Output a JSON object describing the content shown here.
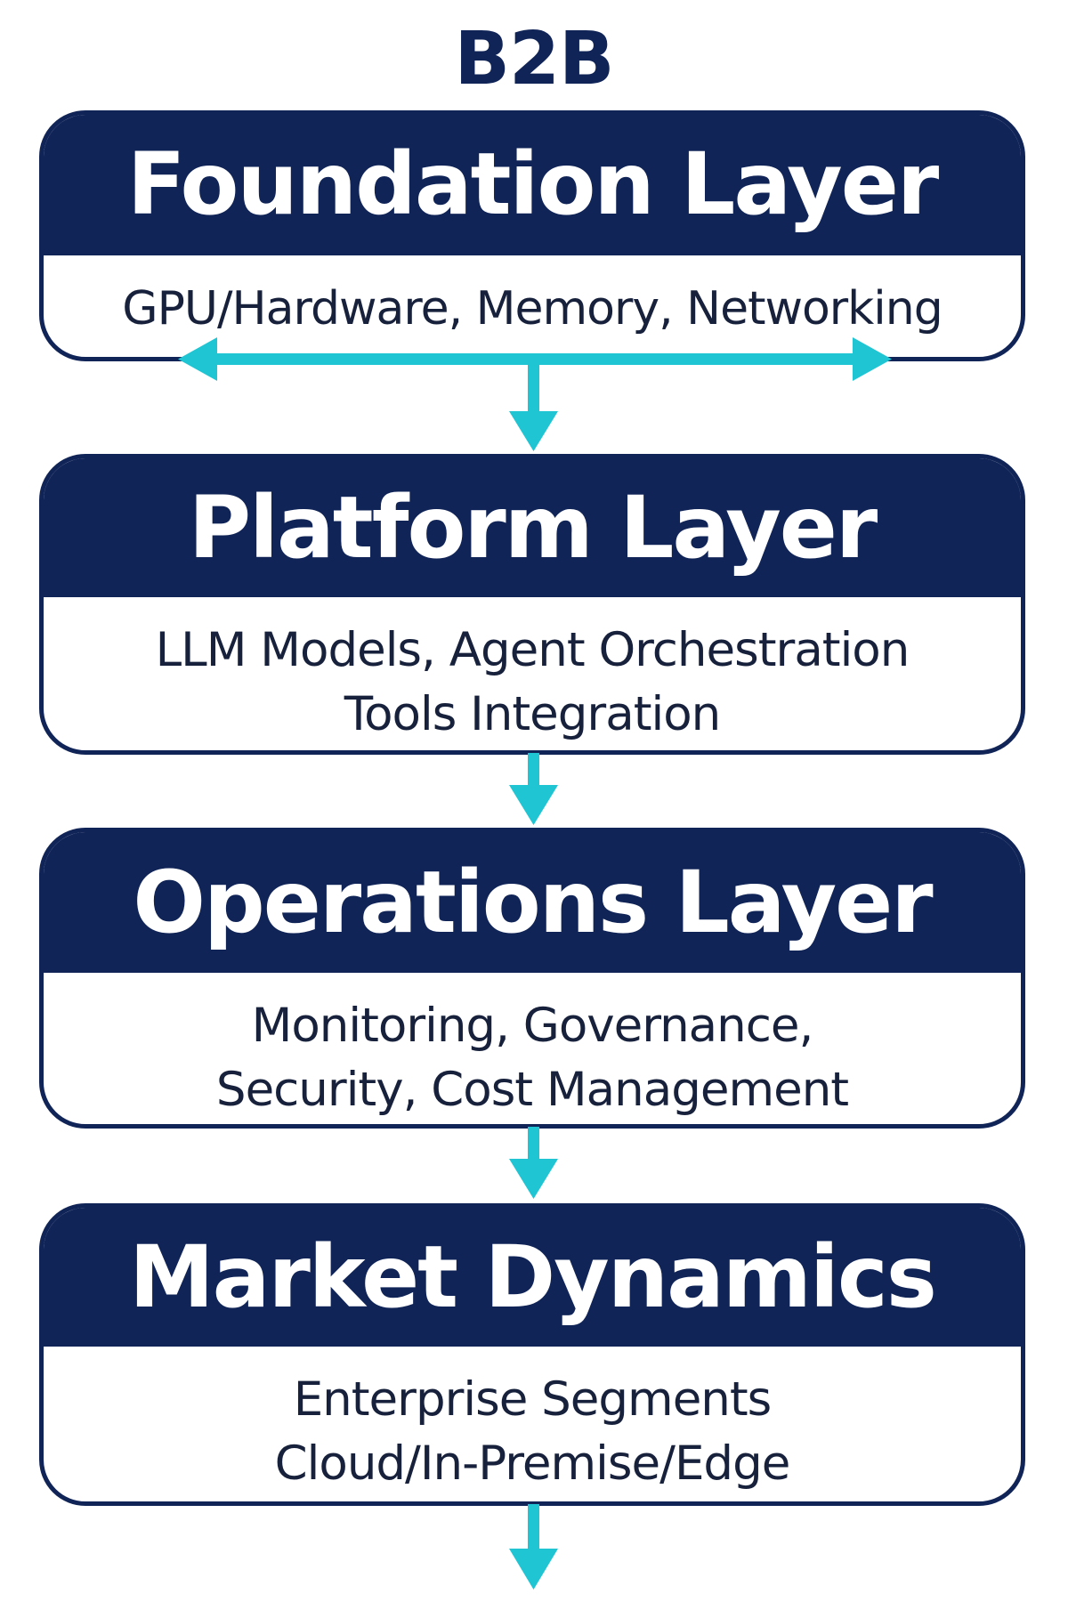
{
  "title": "B2B",
  "colors": {
    "navy": "#102457",
    "accent": "#1fc5d3",
    "body_text": "#17213b"
  },
  "layers": [
    {
      "heading": "Foundation Layer",
      "lines": [
        "GPU/Hardware, Memory, Networking"
      ]
    },
    {
      "heading": "Platform Layer",
      "lines": [
        "LLM Models, Agent Orchestration",
        "Tools Integration"
      ]
    },
    {
      "heading": "Operations Layer",
      "lines": [
        "Monitoring, Governance,",
        "Security, Cost Management"
      ]
    },
    {
      "heading": "Market Dynamics",
      "lines": [
        "Enterprise Segments",
        "Cloud/In-Premise/Edge"
      ]
    }
  ]
}
